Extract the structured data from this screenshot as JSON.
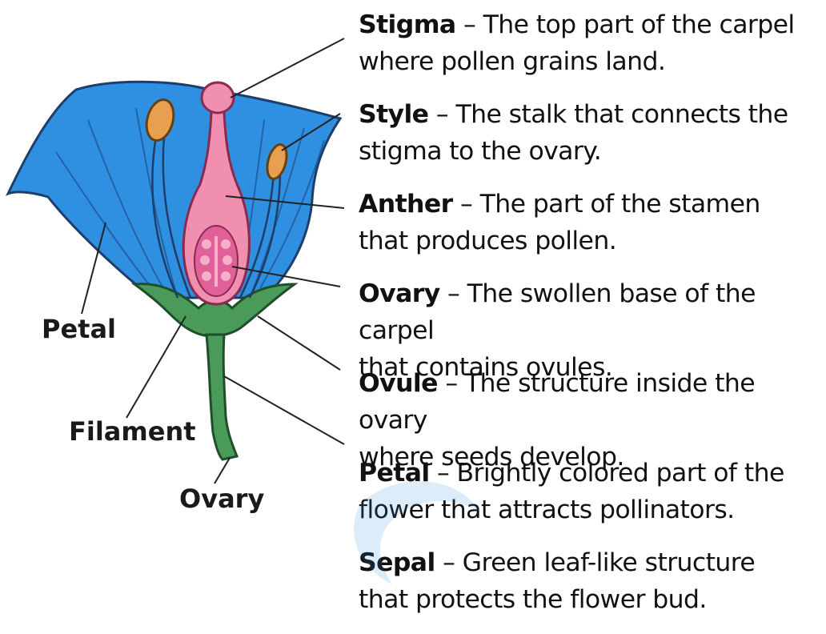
{
  "diagram_labels": {
    "petal": "Petal",
    "filament": "Filament",
    "ovary": "Ovary"
  },
  "definitions": [
    {
      "term": "Stigma",
      "sep": " – ",
      "text": "The top part of the carpel",
      "text2": "where pollen grains land."
    },
    {
      "term": "Style",
      "sep": " – ",
      "text": "The stalk that connects the",
      "text2": "stigma to the ovary."
    },
    {
      "term": "Anther",
      "sep": " – ",
      "text": "The part of the stamen",
      "text2": "that produces pollen."
    },
    {
      "term": "Ovary",
      "sep": " – ",
      "text": "The swollen base of the carpel",
      "text2": "that contains ovules."
    },
    {
      "term": "Ovule",
      "sep": " – ",
      "text": "The structure inside the ovary",
      "text2": "where seeds develop."
    },
    {
      "term": "Petal",
      "sep": " – ",
      "text": "Brightly colored part of the",
      "text2": "flower that attracts pollinators."
    },
    {
      "term": "Sepal",
      "sep": " – ",
      "text": "Green leaf-like structure",
      "text2": "that protects the flower bud."
    }
  ],
  "colors": {
    "petal": "#2f8fe0",
    "petal_outline": "#1f3d6b",
    "carpel": "#f08fb0",
    "ovary_inner": "#e0609a",
    "anther": "#e8a050",
    "sepal": "#4a9a5a",
    "line": "#222222"
  }
}
